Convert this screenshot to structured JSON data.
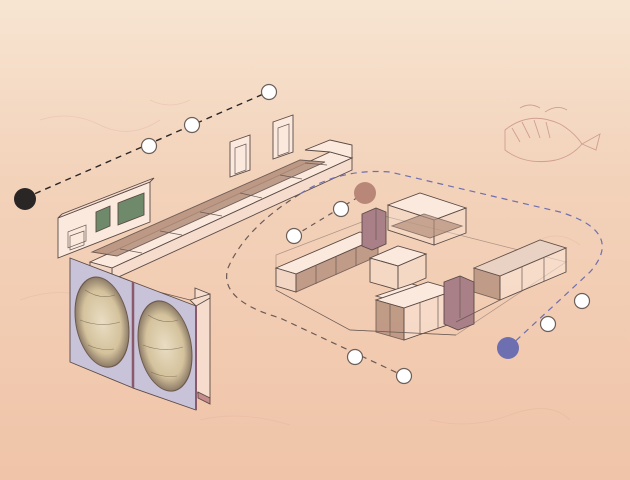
{
  "colors": {
    "background_top": "#f6e2cf",
    "background_bottom": "#f1c7ac",
    "wall_fill": "#fbe9dd",
    "case_fill": "#b48f7c",
    "accent_pillar": "#a97f88",
    "route_black": "#2b2626",
    "route_red": "#b98777",
    "route_blue": "#6e6fb0",
    "panel_green": "#6f8a6a",
    "map_panel": "#c9c3d9"
  },
  "icons": {
    "start_marker": "filled-circle",
    "waypoint_marker": "hollow-circle",
    "map_artwork": "circular-world-map"
  }
}
